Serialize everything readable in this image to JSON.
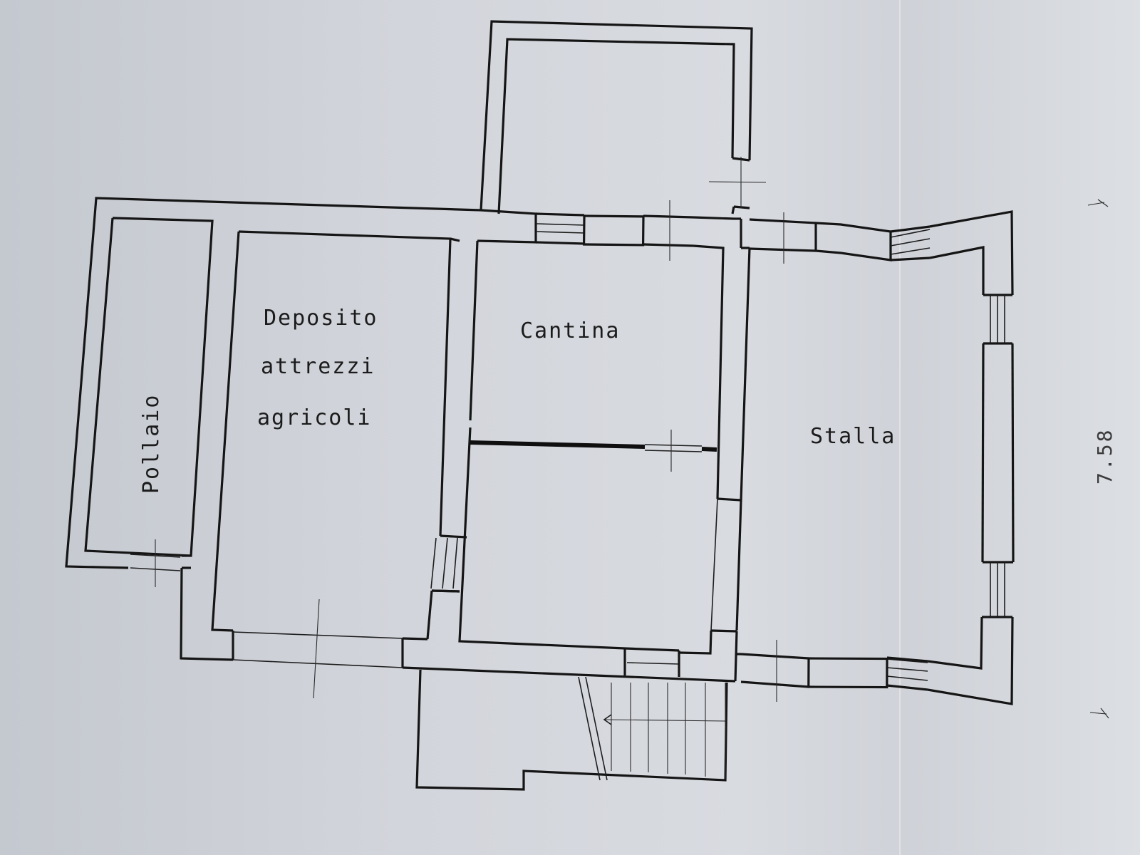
{
  "rooms": {
    "pollaio": "Pollaio",
    "deposito_line1": "Deposito",
    "deposito_line2": "attrezzi",
    "deposito_line3": "agricoli",
    "cantina": "Cantina",
    "stalla": "Stalla"
  },
  "dimensions": {
    "right_span": "7.58"
  },
  "colors": {
    "paper": "#d4d7dc",
    "ink": "#151515"
  }
}
